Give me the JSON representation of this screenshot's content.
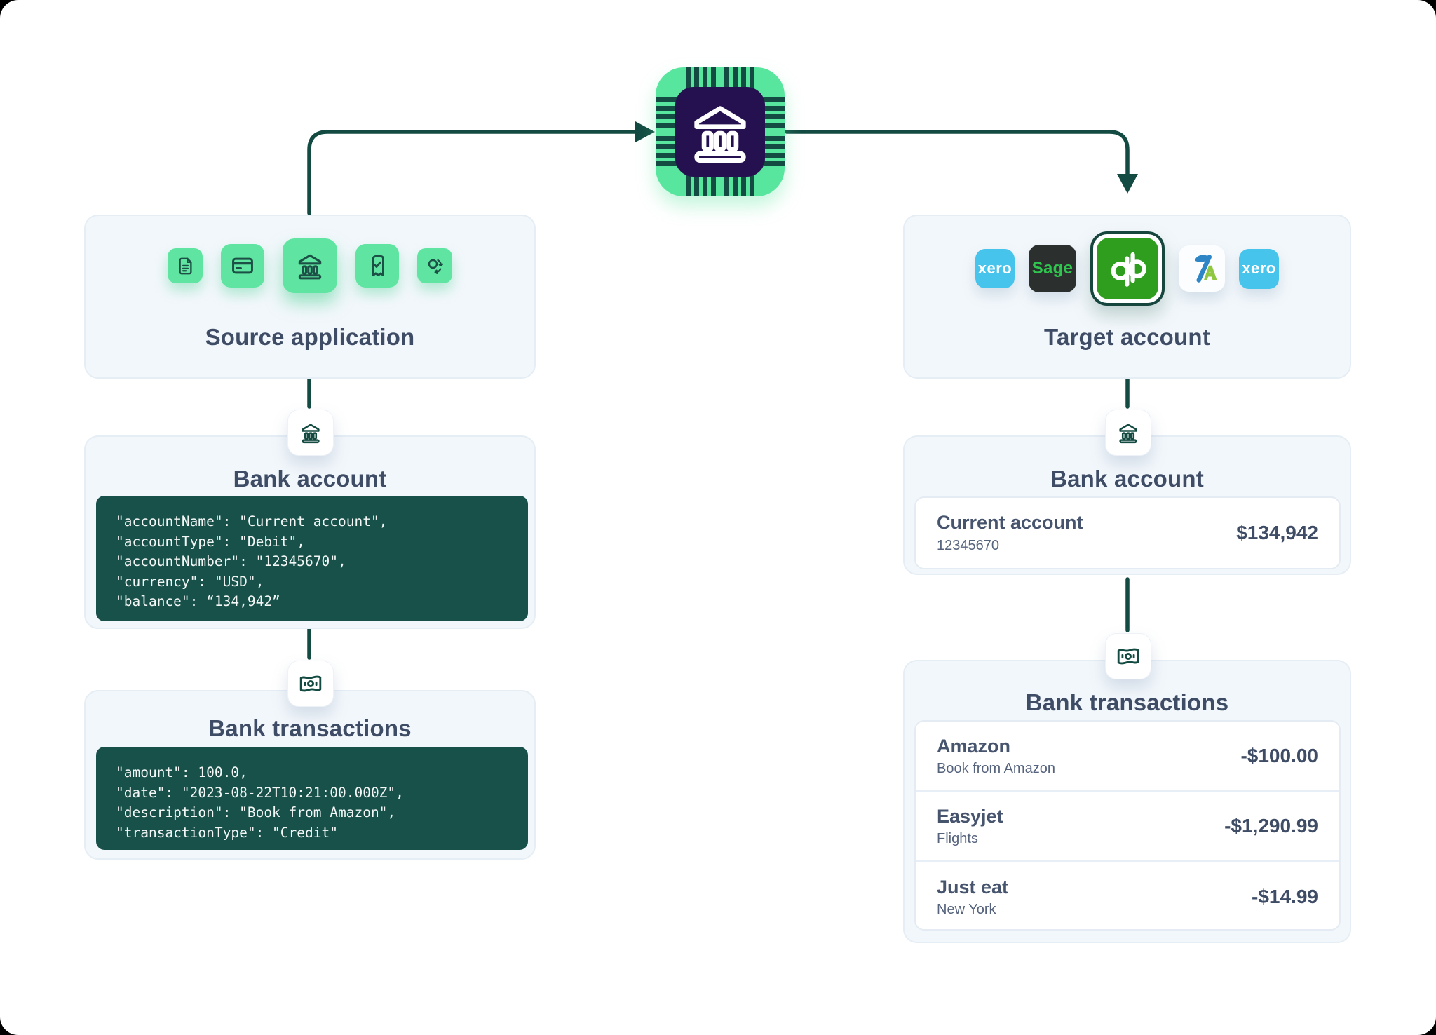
{
  "colors": {
    "accent_teal": "#134a41",
    "code_background": "#18514a",
    "panel_background": "#f2f7fb",
    "panel_border": "#e5edf5",
    "tile_green": "#5fe5a1",
    "chip_green": "#58e59d",
    "chip_core_purple": "#261150",
    "heading_text": "#3f4c66",
    "xero_blue": "#47c4ec",
    "sage_dark": "#2b302e",
    "sage_green": "#2fc54e",
    "quickbooks_green": "#2f9e1f",
    "freeagent_blue": "#2e86c6",
    "freeagent_green": "#8fc740"
  },
  "hub": {
    "icon": "bank-chip-icon"
  },
  "source": {
    "title": "Source application",
    "icons": [
      "file-document-icon",
      "credit-card-icon",
      "bank-icon",
      "receipt-check-icon",
      "exchange-icon"
    ]
  },
  "target": {
    "title": "Target account",
    "apps": [
      {
        "name": "xero",
        "label": "xero"
      },
      {
        "name": "sage",
        "label": "Sage"
      },
      {
        "name": "quickbooks",
        "label": "qb",
        "selected": true
      },
      {
        "name": "freeagent",
        "label": ""
      },
      {
        "name": "xero",
        "label": "xero"
      }
    ]
  },
  "left_bank_account": {
    "badge_icon": "bank-icon",
    "title": "Bank account",
    "code_lines": [
      "\"accountName\": \"Current account\",",
      "\"accountType\": \"Debit\",",
      "\"accountNumber\": \"12345670\",",
      "\"currency\": \"USD\",",
      "\"balance\": “134,942”"
    ]
  },
  "left_bank_transactions": {
    "badge_icon": "banknote-icon",
    "title": "Bank transactions",
    "code_lines": [
      "\"amount\": 100.0,",
      "\"date\": \"2023-08-22T10:21:00.000Z\",",
      "\"description\": \"Book from Amazon\",",
      "\"transactionType\": \"Credit\""
    ]
  },
  "right_bank_account": {
    "badge_icon": "bank-icon",
    "title": "Bank account",
    "account": {
      "name": "Current account",
      "number": "12345670",
      "balance": "$134,942"
    }
  },
  "right_bank_transactions": {
    "badge_icon": "banknote-icon",
    "title": "Bank transactions",
    "rows": [
      {
        "name": "Amazon",
        "description": "Book from Amazon",
        "amount": "-$100.00"
      },
      {
        "name": "Easyjet",
        "description": "Flights",
        "amount": "-$1,290.99"
      },
      {
        "name": "Just eat",
        "description": "New York",
        "amount": "-$14.99"
      }
    ]
  }
}
